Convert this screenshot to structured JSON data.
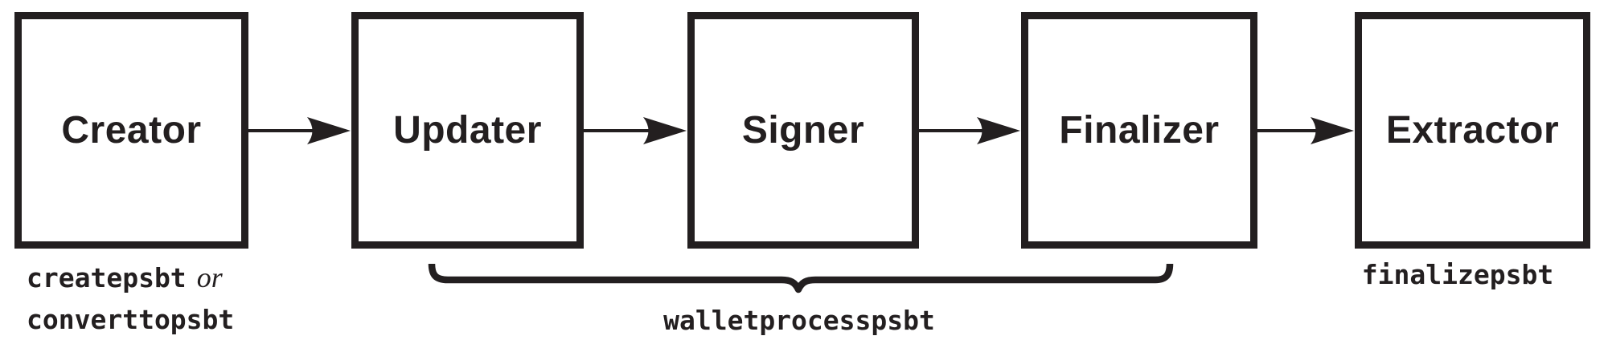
{
  "ink_color": "#231f20",
  "background_color": "#ffffff",
  "boxes": [
    {
      "label": "Creator"
    },
    {
      "label": "Updater"
    },
    {
      "label": "Signer"
    },
    {
      "label": "Finalizer"
    },
    {
      "label": "Extractor"
    }
  ],
  "arrows": [
    {
      "from": "Creator",
      "to": "Updater"
    },
    {
      "from": "Updater",
      "to": "Signer"
    },
    {
      "from": "Signer",
      "to": "Finalizer"
    },
    {
      "from": "Finalizer",
      "to": "Extractor"
    }
  ],
  "captions": {
    "creator": {
      "code_1": "createpsbt",
      "conjunction": "or",
      "code_2": "converttopsbt"
    },
    "wallet_process": {
      "code": "walletprocesspsbt",
      "spans_boxes": [
        "Updater",
        "Signer",
        "Finalizer"
      ]
    },
    "extractor": {
      "code": "finalizepsbt"
    }
  }
}
